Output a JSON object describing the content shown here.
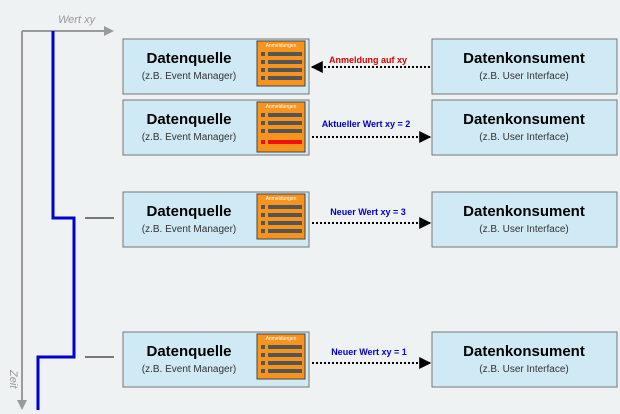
{
  "axes": {
    "value_axis_label": "Wert xy",
    "time_axis_label": "Zeit"
  },
  "rows": [
    {
      "source": {
        "title": "Datenquelle",
        "subtitle": "(z.B. Event Manager)",
        "panel_title": "Anmeldungen"
      },
      "message": {
        "text": "Anmeldung auf xy",
        "color": "#dd0000",
        "direction": "to-source"
      },
      "consumer": {
        "title": "Datenkonsument",
        "subtitle": "(z.B. User Interface)"
      }
    },
    {
      "source": {
        "title": "Datenquelle",
        "subtitle": "(z.B. Event Manager)",
        "panel_title": "Anmeldungen"
      },
      "message": {
        "text": "Aktueller Wert xy = 2",
        "color": "#0000cc",
        "direction": "to-consumer"
      },
      "consumer": {
        "title": "Datenkonsument",
        "subtitle": "(z.B. User Interface)"
      }
    },
    {
      "source": {
        "title": "Datenquelle",
        "subtitle": "(z.B. Event Manager)",
        "panel_title": "Anmeldungen"
      },
      "message": {
        "text": "Neuer Wert xy = 3",
        "color": "#0000cc",
        "direction": "to-consumer"
      },
      "consumer": {
        "title": "Datenkonsument",
        "subtitle": "(z.B. User Interface)"
      }
    },
    {
      "source": {
        "title": "Datenquelle",
        "subtitle": "(z.B. Event Manager)",
        "panel_title": "Anmeldungen"
      },
      "message": {
        "text": "Neuer Wert xy = 1",
        "color": "#0000cc",
        "direction": "to-consumer"
      },
      "consumer": {
        "title": "Datenkonsument",
        "subtitle": "(z.B. User Interface)"
      }
    }
  ],
  "colors": {
    "box_fill": "#cfeaf4",
    "box_border": "#777777",
    "panel_fill": "#f7941d",
    "axis": "#9a9a9a",
    "value_line": "#0000cc",
    "highlight_bar": "#ee1111"
  }
}
